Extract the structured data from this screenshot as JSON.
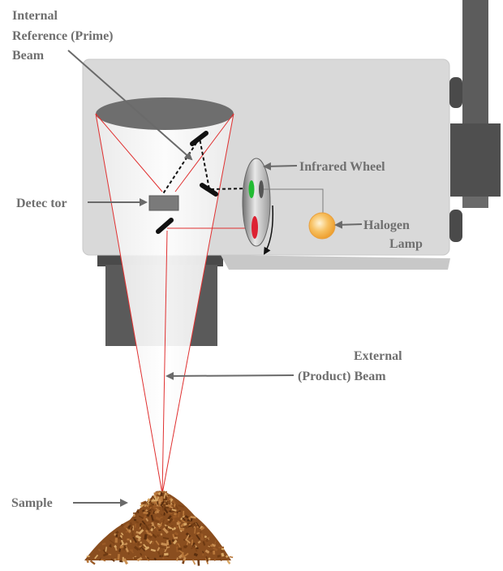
{
  "labels": {
    "internal_reference_line1": "Internal",
    "internal_reference_line2": "Reference (Prime)",
    "internal_reference_line3": "Beam",
    "infrared_wheel": "Infrared Wheel",
    "detector": "Detec tor",
    "halogen_line1": "Halogen",
    "halogen_line2": "Lamp",
    "external_line1": "External",
    "external_line2": "(Product) Beam",
    "sample": "Sample"
  },
  "colors": {
    "housing": "#d9d9d9",
    "housing_shadow": "#c4c4c4",
    "dark_gray": "#595959",
    "beam_red": "#e03030",
    "lamp_orange": "#f5b04a",
    "filter_green": "#22bb33",
    "filter_red": "#dd2233",
    "label_gray": "#6f6f6f",
    "sample_brown": "#9a5a26"
  }
}
